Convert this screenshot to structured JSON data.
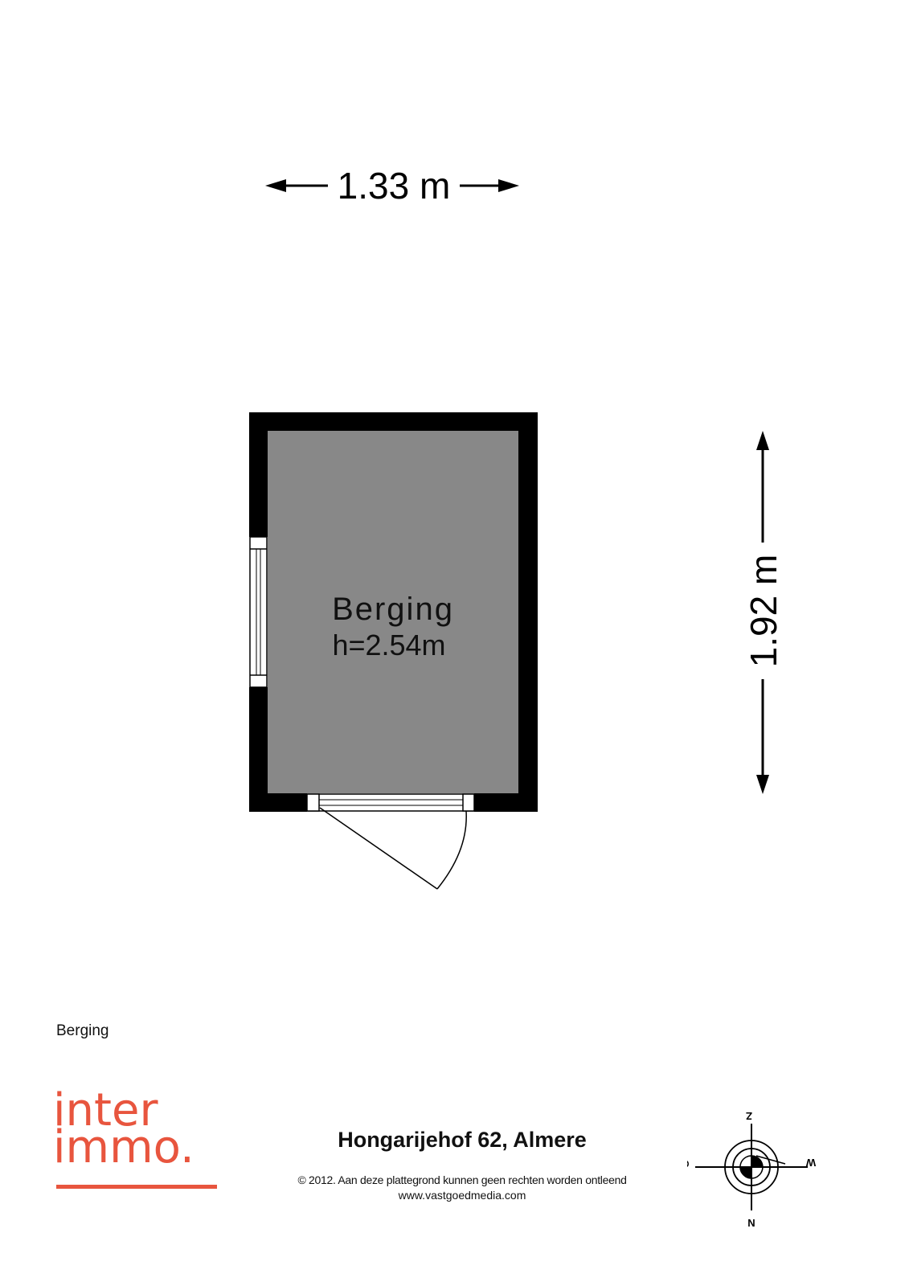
{
  "plan": {
    "room_name": "Berging",
    "room_height": "h=2.54m",
    "width_dimension": "1.33 m",
    "depth_dimension": "1.92 m",
    "colors": {
      "wall": "#000000",
      "floor": "#888888",
      "background": "#ffffff"
    }
  },
  "floor_label": "Berging",
  "brand": {
    "line1": "inter",
    "line2": "immo.",
    "color": "#e8553e"
  },
  "footer": {
    "address": "Hongarijehof 62, Almere",
    "copyright": "© 2012. Aan deze plattegrond kunnen geen rechten worden ontleend",
    "website": "www.vastgoedmedia.com"
  },
  "compass": {
    "top": "Z",
    "bottom": "N",
    "left": "O",
    "right": "W"
  }
}
